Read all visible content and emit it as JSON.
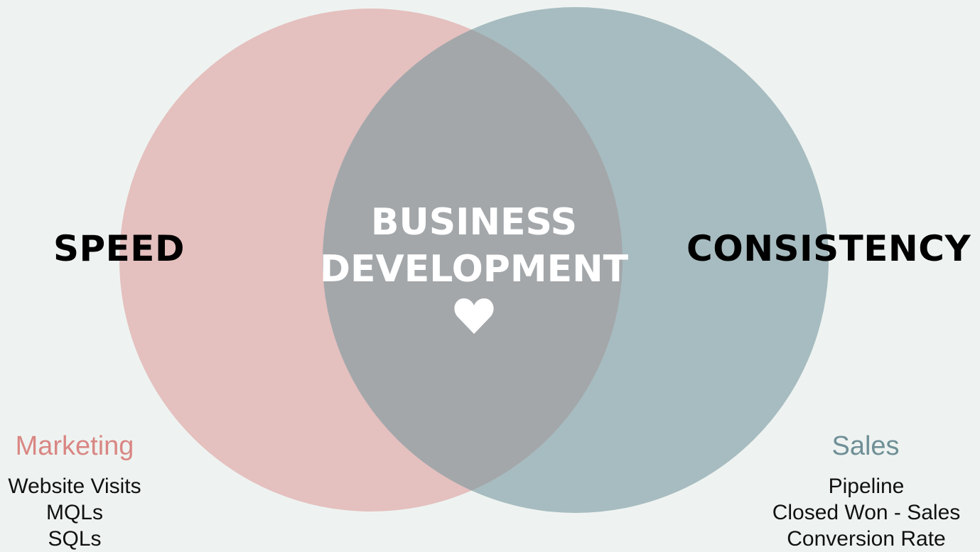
{
  "diagram": {
    "left_label": "SPEED",
    "right_label": "CONSISTENCY",
    "center_label_line1": "BUSINESS",
    "center_label_line2": "DEVELOPMENT",
    "center_icon": "heart-icon",
    "colors": {
      "background": "#eef3f1",
      "left_circle": "#e4c0bf",
      "right_circle": "#a7bcc0",
      "overlap": "#a3a7aa",
      "marketing_title": "#d98784",
      "sales_title": "#6f8f96"
    }
  },
  "marketing": {
    "title": "Marketing",
    "items": [
      "Website Visits",
      "MQLs",
      "SQLs"
    ]
  },
  "sales": {
    "title": "Sales",
    "items": [
      "Pipeline",
      "Closed Won - Sales",
      "Conversion Rate"
    ]
  }
}
